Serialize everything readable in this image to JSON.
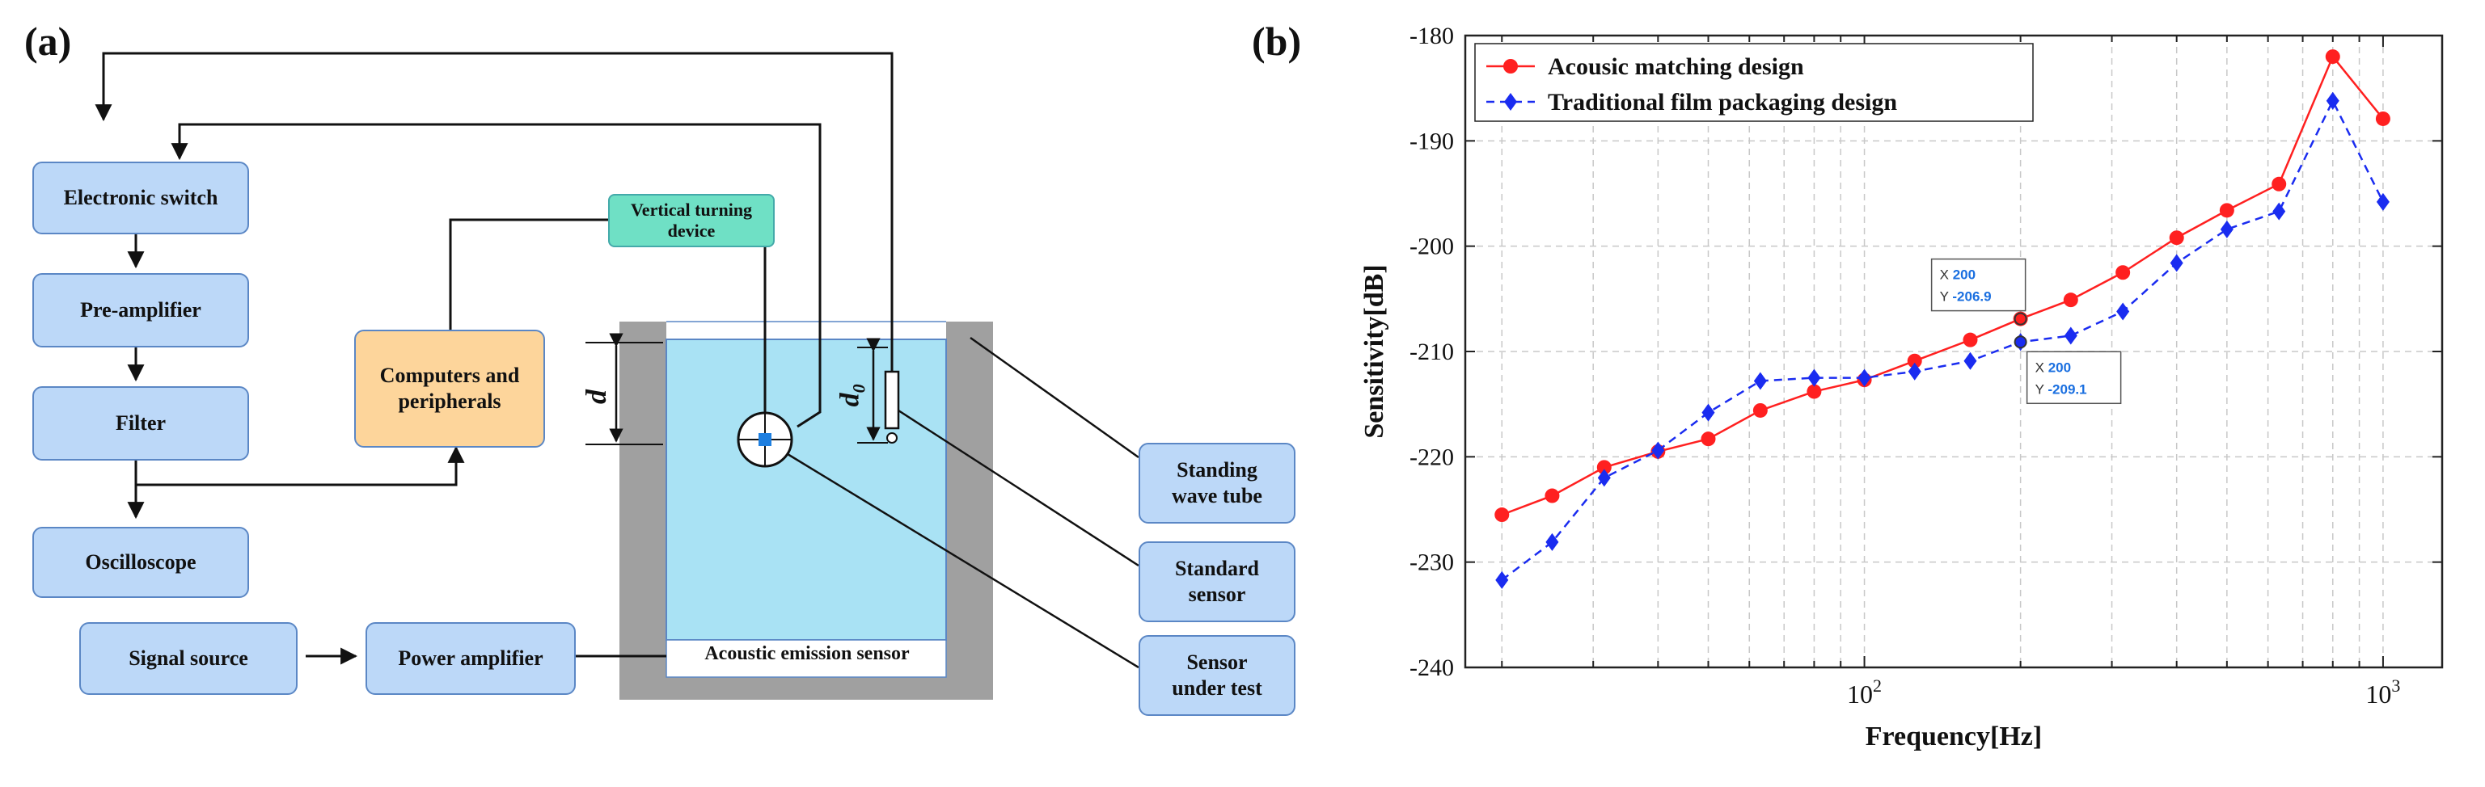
{
  "panel_a": {
    "label": "(a)",
    "boxes": {
      "electronic_switch": "Electronic switch",
      "pre_amplifier": "Pre-amplifier",
      "filter": "Filter",
      "oscilloscope": "Oscilloscope",
      "signal_source": "Signal source",
      "power_amplifier": "Power amplifier",
      "computers": "Computers and peripherals",
      "vertical_turning": "Vertical turning device",
      "standing_wave_tube": "Standing wave tube",
      "standard_sensor": "Standard sensor",
      "sensor_under_test": "Sensor under test",
      "acoustic_emission": "Acoustic emission sensor"
    },
    "dims": {
      "d": "d",
      "d0": "d",
      "d0_sub": "0"
    },
    "colors": {
      "box_fill": "#bcd8f8",
      "computer_fill": "#fdd59b",
      "turning_fill": "#6fe0c5",
      "water": "#a9e2f4",
      "tube_wall": "#a0a0a0"
    }
  },
  "panel_b": {
    "label": "(b)",
    "chart_data": {
      "type": "line",
      "xscale": "log",
      "xlabel": "Frequency[Hz]",
      "ylabel": "Sensitivity[dB]",
      "xlim": [
        17,
        1300
      ],
      "ylim": [
        -240,
        -180
      ],
      "yticks": [
        -180,
        -190,
        -200,
        -210,
        -220,
        -230,
        -240
      ],
      "xtick_labels": [
        {
          "base": "10",
          "exp": "2",
          "value": 100
        },
        {
          "base": "10",
          "exp": "3",
          "value": 1000
        }
      ],
      "grid": true,
      "legend_position": "top-left",
      "series": [
        {
          "name": "Acousic matching design",
          "color": "#ff2020",
          "linestyle": "solid",
          "marker": "circle",
          "x": [
            20,
            25,
            31.5,
            40,
            50,
            63,
            80,
            100,
            125,
            160,
            200,
            250,
            315,
            400,
            500,
            630,
            800,
            1000
          ],
          "y": [
            -225.5,
            -223.7,
            -221.0,
            -219.5,
            -218.3,
            -215.6,
            -213.8,
            -212.7,
            -210.9,
            -208.9,
            -206.9,
            -205.1,
            -202.5,
            -199.2,
            -196.6,
            -194.1,
            -182.0,
            -187.9
          ]
        },
        {
          "name": "Traditional film packaging design",
          "color": "#1a2cf0",
          "linestyle": "dashed",
          "marker": "diamond",
          "x": [
            20,
            25,
            31.5,
            40,
            50,
            63,
            80,
            100,
            125,
            160,
            200,
            250,
            315,
            400,
            500,
            630,
            800,
            1000
          ],
          "y": [
            -231.7,
            -228.1,
            -222.0,
            -219.4,
            -215.8,
            -212.8,
            -212.5,
            -212.5,
            -211.9,
            -210.9,
            -209.1,
            -208.5,
            -206.2,
            -201.6,
            -198.4,
            -196.7,
            -186.2,
            -195.8
          ]
        }
      ],
      "annotations": [
        {
          "x_label": "X",
          "x_value": "200",
          "y_label": "Y",
          "y_value": "-206.9",
          "x": 200,
          "y": -206.9,
          "placement": "above-left"
        },
        {
          "x_label": "X",
          "x_value": "200",
          "y_label": "Y",
          "y_value": "-209.1",
          "x": 200,
          "y": -209.1,
          "placement": "below-right"
        }
      ]
    }
  }
}
